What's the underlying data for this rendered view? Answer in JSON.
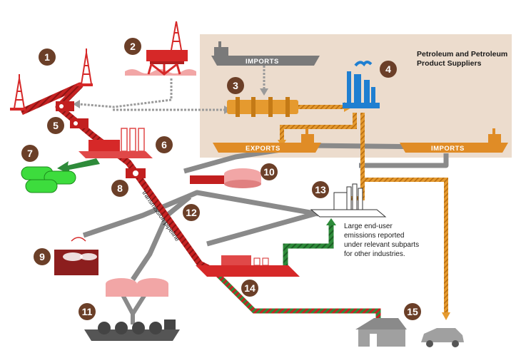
{
  "region": {
    "title_line1": "Petroleum and Petroleum",
    "title_line2": "Product Suppliers"
  },
  "ships": {
    "imports_top": "IMPORTS",
    "exports": "EXPORTS",
    "imports_right": "IMPORTS"
  },
  "pipeline_label": "transmission pipeline",
  "note": {
    "line1": "Large end-user",
    "line2": "emissions reported",
    "line3": "under relevant subparts",
    "line4": "for other industries."
  },
  "badges": [
    "1",
    "2",
    "3",
    "4",
    "5",
    "6",
    "7",
    "8",
    "9",
    "10",
    "11",
    "12",
    "13",
    "14",
    "15"
  ],
  "colors": {
    "badge": "#6b3f28",
    "region": "#ecdccd",
    "red": "#d62828",
    "orange": "#e59a2f",
    "gray": "#8a8a8a",
    "green": "#2e8b3a",
    "pink": "#f2a6a6",
    "blue": "#1f7fd1"
  }
}
